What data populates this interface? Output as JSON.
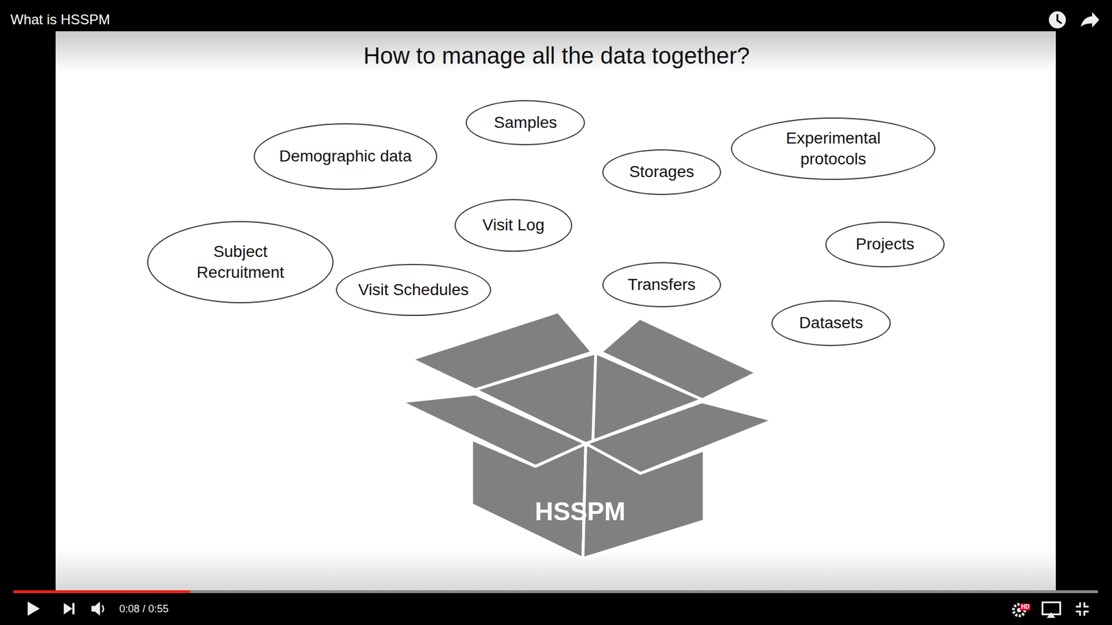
{
  "diagram": {
    "title": "How to manage all the data together?",
    "nodes": [
      {
        "text": [
          "Samples"
        ]
      },
      {
        "text": [
          "Experimental protocols"
        ]
      },
      {
        "text": [
          "Demographic data"
        ]
      },
      {
        "text": [
          "Storages"
        ]
      },
      {
        "text": [
          "Visit Log"
        ]
      },
      {
        "text": [
          "Projects"
        ]
      },
      {
        "text": [
          "Subject Recruitment"
        ]
      },
      {
        "text": [
          "Transfers"
        ]
      },
      {
        "text": [
          "Visit Schedules"
        ]
      },
      {
        "text": [
          "Datasets"
        ]
      },
      {
        "text": [
          "HSSPM"
        ]
      }
    ],
    "labels": [
      "What is HSSPM",
      "0:08 / 0:55",
      "HD"
    ]
  }
}
